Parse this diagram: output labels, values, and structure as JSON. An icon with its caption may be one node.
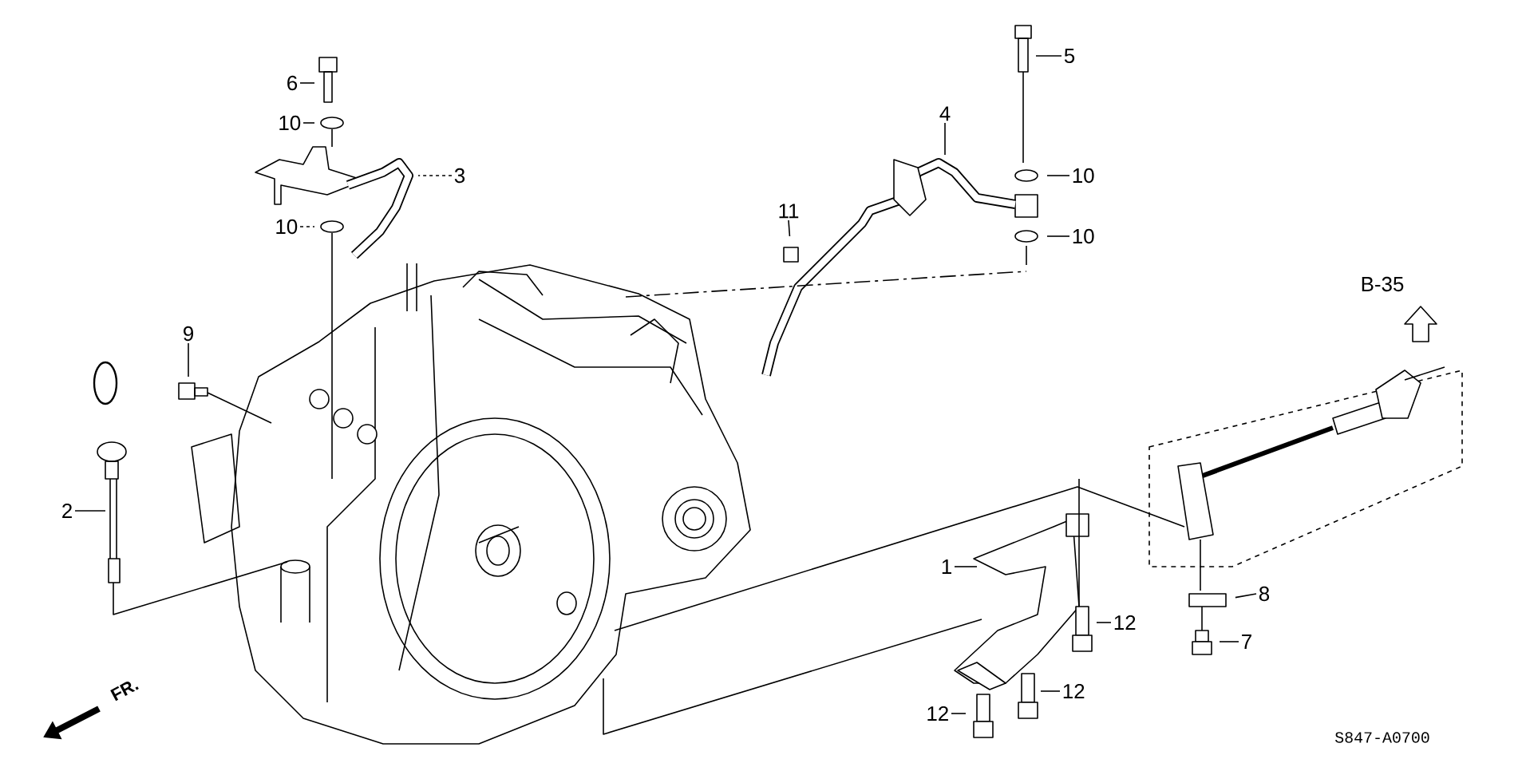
{
  "diagram": {
    "nodes": [
      {
        "text": [
          "6"
        ]
      },
      {
        "text": [
          "10"
        ]
      },
      {
        "text": [
          "3"
        ]
      },
      {
        "text": [
          "10"
        ]
      },
      {
        "text": [
          "5"
        ]
      },
      {
        "text": [
          "4"
        ]
      },
      {
        "text": [
          "10"
        ]
      },
      {
        "text": [
          "10"
        ]
      },
      {
        "text": [
          "11"
        ]
      },
      {
        "text": [
          "9"
        ]
      },
      {
        "text": [
          "2"
        ]
      },
      {
        "text": [
          "1"
        ]
      },
      {
        "text": [
          "12"
        ]
      },
      {
        "text": [
          "12"
        ]
      },
      {
        "text": [
          "12"
        ]
      },
      {
        "text": [
          "8"
        ]
      },
      {
        "text": [
          "7"
        ]
      }
    ],
    "edges": [
      {
        "from": 0,
        "to": null,
        "arrow": "none"
      },
      {
        "from": 1,
        "to": null,
        "arrow": "none"
      },
      {
        "from": 2,
        "to": null,
        "arrow": "none",
        "style": "dashed"
      },
      {
        "from": 3,
        "to": null,
        "arrow": "none",
        "style": "dashed"
      },
      {
        "from": 4,
        "to": null,
        "arrow": "none"
      },
      {
        "from": 5,
        "to": null,
        "arrow": "none"
      },
      {
        "from": 6,
        "to": null,
        "arrow": "none"
      },
      {
        "from": 7,
        "to": null,
        "arrow": "none"
      },
      {
        "from": 8,
        "to": null,
        "arrow": "none"
      },
      {
        "from": 9,
        "to": null,
        "arrow": "none"
      },
      {
        "from": 10,
        "to": null,
        "arrow": "none"
      },
      {
        "from": 11,
        "to": null,
        "arrow": "none"
      },
      {
        "from": 12,
        "to": null,
        "arrow": "none"
      },
      {
        "from": 13,
        "to": null,
        "arrow": "none"
      },
      {
        "from": 14,
        "to": null,
        "arrow": "none"
      },
      {
        "from": 15,
        "to": null,
        "arrow": "none"
      },
      {
        "from": 16,
        "to": null,
        "arrow": "none"
      }
    ],
    "labels": [
      "B-35",
      "FR.",
      "S847-A0700"
    ]
  }
}
